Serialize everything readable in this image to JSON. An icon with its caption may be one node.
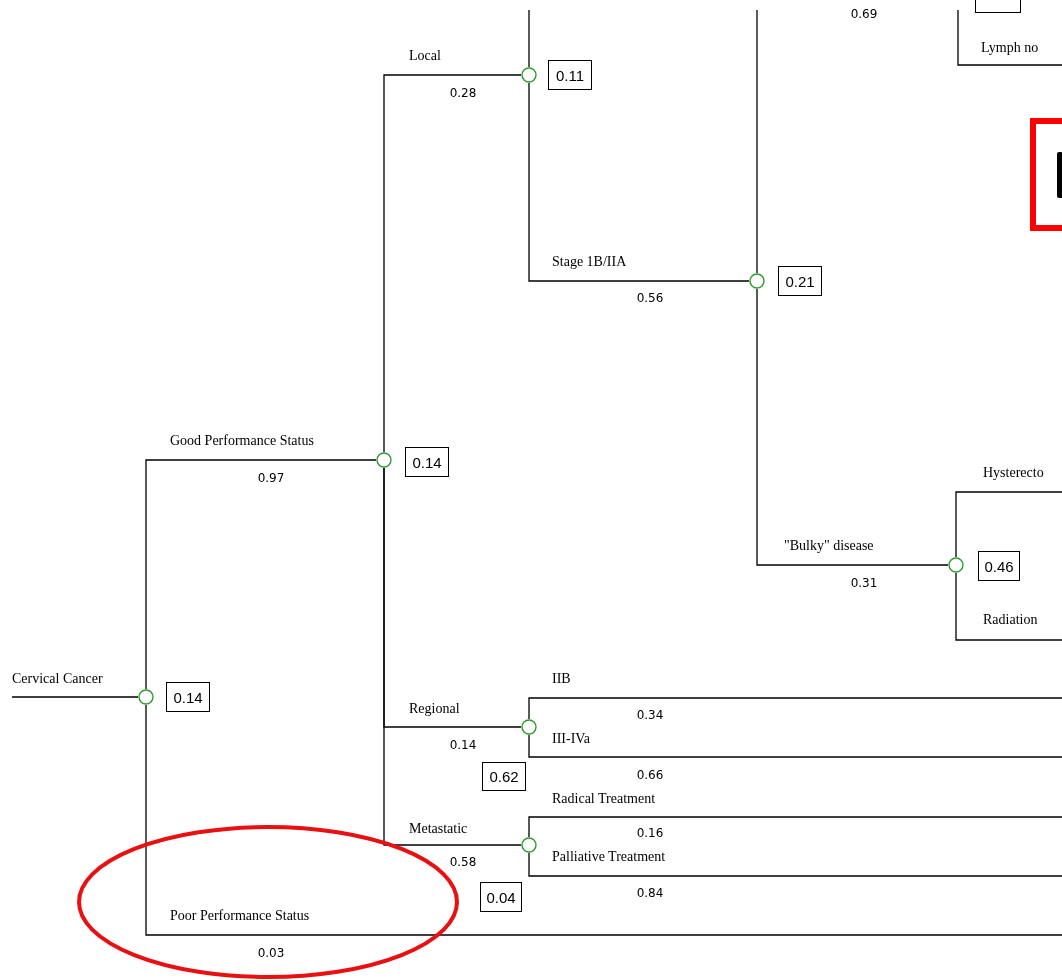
{
  "diagram": {
    "nodes": [
      {
        "text": [],
        "shape": "circle"
      },
      {
        "text": [
          "0.14"
        ]
      },
      {
        "text": [],
        "shape": "circle"
      },
      {
        "text": [
          "0.14"
        ]
      },
      {
        "text": [],
        "shape": "circle"
      },
      {
        "text": [
          "0.11"
        ]
      },
      {
        "text": [],
        "shape": "circle"
      },
      {
        "text": [
          "0.21"
        ]
      },
      {
        "text": [],
        "shape": "circle"
      },
      {
        "text": [
          "0.46"
        ]
      },
      {
        "text": [],
        "shape": "circle"
      },
      {
        "text": [
          "0.62"
        ]
      },
      {
        "text": [],
        "shape": "circle"
      },
      {
        "text": [
          "0.04"
        ]
      },
      {
        "text": [],
        "shape": "box"
      }
    ],
    "edges": [
      {
        "from": null,
        "to": 0,
        "arrow": "none",
        "label": "Cervical Cancer"
      },
      {
        "from": 0,
        "to": 2,
        "arrow": "none",
        "label": "Good Performance Status"
      },
      {
        "from": 0,
        "to": null,
        "arrow": "none",
        "label": "Poor Performance Status"
      },
      {
        "from": 2,
        "to": 4,
        "arrow": "none",
        "label": "Local"
      },
      {
        "from": 2,
        "to": 10,
        "arrow": "none",
        "label": "Regional"
      },
      {
        "from": 2,
        "to": 12,
        "arrow": "none",
        "label": "Metastatic"
      },
      {
        "from": 4,
        "to": null,
        "arrow": "none"
      },
      {
        "from": 4,
        "to": 6,
        "arrow": "none",
        "label": "Stage 1B/IIA"
      },
      {
        "from": 6,
        "to": null,
        "arrow": "none"
      },
      {
        "from": 6,
        "to": 8,
        "arrow": "none",
        "label": "\"Bulky\" disease"
      },
      {
        "from": 8,
        "to": null,
        "arrow": "none",
        "label": "Hysterecto"
      },
      {
        "from": 8,
        "to": null,
        "arrow": "none",
        "label": "Radiation"
      },
      {
        "from": 10,
        "to": null,
        "arrow": "none",
        "label": "IIB"
      },
      {
        "from": 10,
        "to": null,
        "arrow": "none",
        "label": "III-IVa"
      },
      {
        "from": 12,
        "to": null,
        "arrow": "none",
        "label": "Radical Treatment"
      },
      {
        "from": 12,
        "to": null,
        "arrow": "none",
        "label": "Palliative Treatment"
      }
    ],
    "labels": [
      "0.69",
      "Lymph no",
      "0.28",
      "0.56",
      "0.97",
      "0.31",
      "0.34",
      "0.14",
      "0.66",
      "0.16",
      "0.58",
      "0.84",
      "0.03"
    ]
  }
}
